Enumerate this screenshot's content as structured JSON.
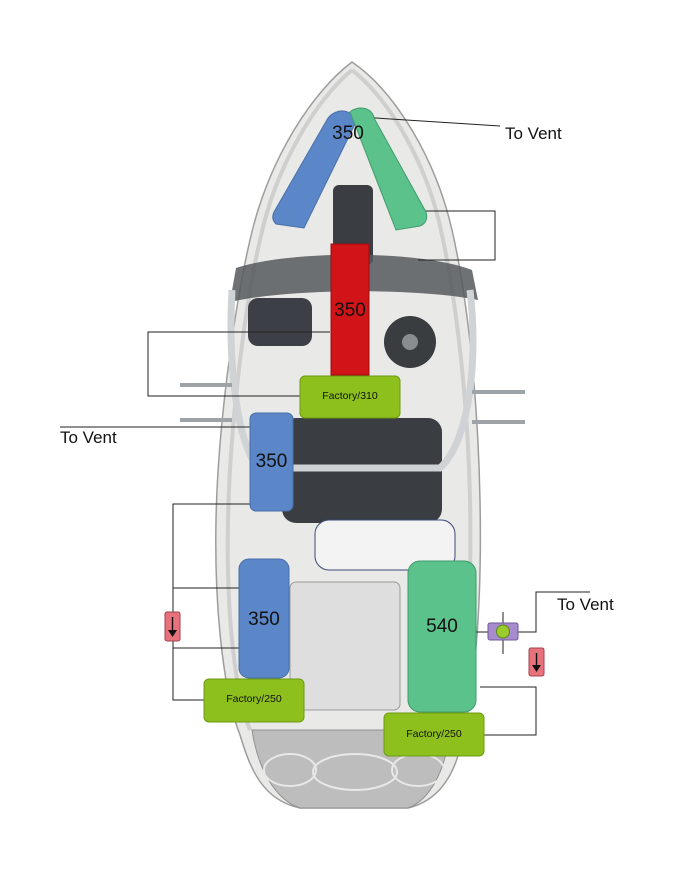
{
  "diagram": {
    "colors": {
      "blue": "#5b86c8",
      "green": "#5cc28c",
      "red": "#d11418",
      "lime": "#8dbf1d",
      "pump": "#e8727c",
      "valve": "#a88bcf",
      "valve_center": "#9ccb2c",
      "line": "#222222",
      "hull": "#e9e9e7",
      "hull_edge": "#9d9d9d",
      "deck": "#bdbdbd"
    },
    "vent_labels": [
      {
        "id": "bow",
        "text": "To Vent"
      },
      {
        "id": "port-mid",
        "text": "To Vent"
      },
      {
        "id": "starboard-aft",
        "text": "To Vent"
      }
    ],
    "tanks": [
      {
        "id": "bow-v",
        "label": "350",
        "color": "blue-green"
      },
      {
        "id": "center",
        "label": "350",
        "color": "red"
      },
      {
        "id": "port-mid",
        "label": "350",
        "color": "blue"
      },
      {
        "id": "port-aft",
        "label": "350",
        "color": "blue"
      },
      {
        "id": "starboard-aft",
        "label": "540",
        "color": "green"
      }
    ],
    "factory_tanks": [
      {
        "id": "center",
        "label": "Factory/310"
      },
      {
        "id": "port",
        "label": "Factory/250"
      },
      {
        "id": "starboard",
        "label": "Factory/250"
      }
    ],
    "pumps": [
      {
        "id": "port-pump",
        "icon": "down-arrow-icon"
      },
      {
        "id": "starboard-pump",
        "icon": "down-arrow-icon"
      }
    ],
    "valves": [
      {
        "id": "starboard-valve",
        "icon": "valve-icon"
      }
    ]
  }
}
